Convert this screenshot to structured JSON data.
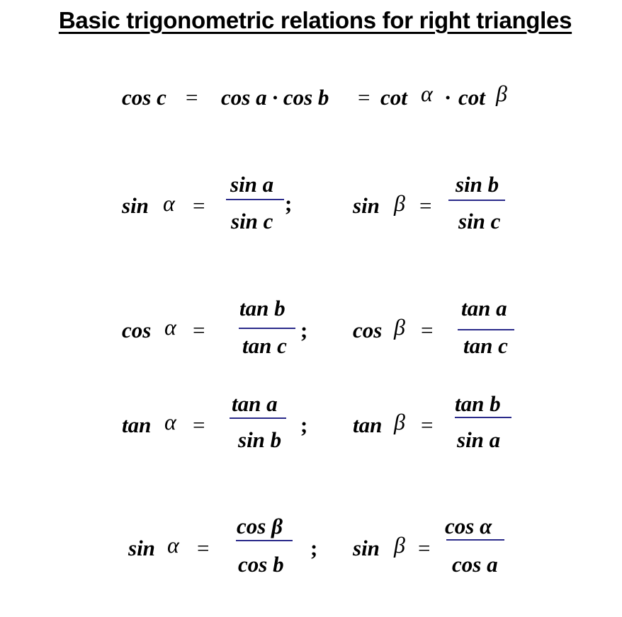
{
  "title": "Basic trigonometric relations for right triangles",
  "colors": {
    "text": "#000000",
    "fraction_bar": "#2a2a8a",
    "background": "#ffffff"
  },
  "formulas": {
    "row1": {
      "lhs": "cos c",
      "eq1": "=",
      "mid": "cos a · cos b",
      "eq2": "=",
      "rhs_a": "cot",
      "rhs_alpha": "α",
      "rhs_dot": "·",
      "rhs_b": "cot",
      "rhs_beta": "β"
    },
    "row2": {
      "left": {
        "fn": "sin",
        "angle": "α",
        "eq": "=",
        "num": "sin a",
        "den": "sin c",
        "sep": ";"
      },
      "right": {
        "fn": "sin",
        "angle": "β",
        "eq": "=",
        "num": "sin b",
        "den": "sin c"
      }
    },
    "row3": {
      "left": {
        "fn": "cos",
        "angle": "α",
        "eq": "=",
        "num": "tan b",
        "den": "tan c",
        "sep": ";"
      },
      "right": {
        "fn": "cos",
        "angle": "β",
        "eq": "=",
        "num": "tan a",
        "den": "tan c"
      }
    },
    "row4": {
      "left": {
        "fn": "tan",
        "angle": "α",
        "eq": "=",
        "num": "tan a",
        "den": "sin b",
        "sep": ";"
      },
      "right": {
        "fn": "tan",
        "angle": "β",
        "eq": "=",
        "num": "tan b",
        "den": "sin a"
      }
    },
    "row5": {
      "left": {
        "fn": "sin",
        "angle": "α",
        "eq": "=",
        "num": "cos β",
        "den": "cos b",
        "sep": ";"
      },
      "right": {
        "fn": "sin",
        "angle": "β",
        "eq": "=",
        "num": "cos α",
        "den": "cos a"
      }
    }
  }
}
